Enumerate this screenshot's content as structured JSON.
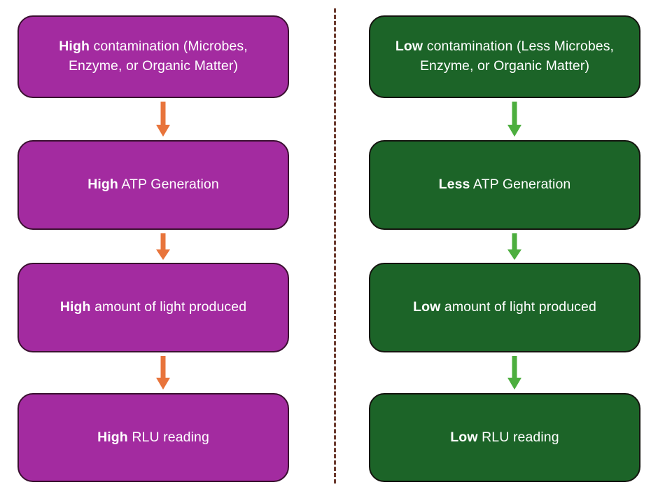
{
  "diagram": {
    "title": "ATP contamination vs RLU reading comparison flowchart",
    "type": "flowchart",
    "divider": {
      "style": "dashed-vertical",
      "color": "#6B3A2E"
    },
    "columns": [
      {
        "id": "high-contamination",
        "side": "left",
        "box_color": "#A32BA0",
        "box_border_color": "#3A1030",
        "arrow_color": "#E8743B",
        "steps": [
          {
            "lead": "High",
            "rest": " contamination (Microbes, Enzyme, or Organic Matter)"
          },
          {
            "lead": "High",
            "rest": " ATP Generation"
          },
          {
            "lead": "High",
            "rest": " amount of light produced"
          },
          {
            "lead": "High",
            "rest": " RLU reading"
          }
        ],
        "arrows": [
          "down-arrow",
          "down-arrow",
          "down-arrow"
        ]
      },
      {
        "id": "low-contamination",
        "side": "right",
        "box_color": "#1C6428",
        "box_border_color": "#14140F",
        "arrow_color": "#4CAE3E",
        "steps": [
          {
            "lead": "Low",
            "rest": " contamination (Less Microbes, Enzyme, or Organic Matter)"
          },
          {
            "lead": "Less",
            "rest": " ATP Generation"
          },
          {
            "lead": "Low",
            "rest": " amount of light produced"
          },
          {
            "lead": "Low",
            "rest": " RLU reading"
          }
        ],
        "arrows": [
          "down-arrow",
          "down-arrow",
          "down-arrow"
        ]
      }
    ]
  }
}
